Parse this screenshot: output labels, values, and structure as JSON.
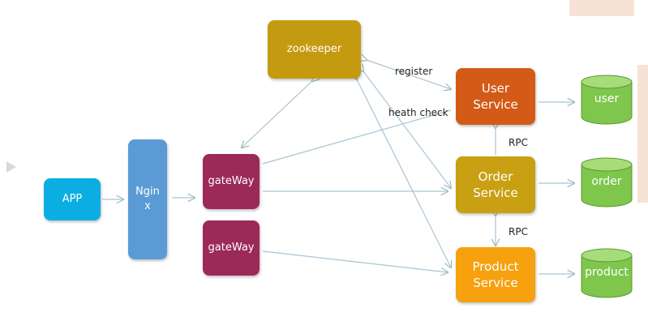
{
  "nodes": {
    "app": "APP",
    "nginx": "Ngin\nx",
    "gateway1": "gateWay",
    "gateway2": "gateWay",
    "zookeeper": "zookeeper",
    "user_service": "User\nService",
    "order_service": "Order\nService",
    "product_service": "Product\nService"
  },
  "databases": {
    "user": "user",
    "order": "order",
    "product": "product"
  },
  "edge_labels": {
    "register": "register",
    "health_check": "heath check",
    "rpc1": "RPC",
    "rpc2": "RPC"
  },
  "colors": {
    "app": "#0aaee2",
    "nginx": "#5b9bd5",
    "gateway": "#9b2a58",
    "zookeeper": "#c49a10",
    "user_service": "#d45a17",
    "order_service": "#c8a012",
    "product_service": "#f6a10d",
    "db": "#7ec64c"
  }
}
